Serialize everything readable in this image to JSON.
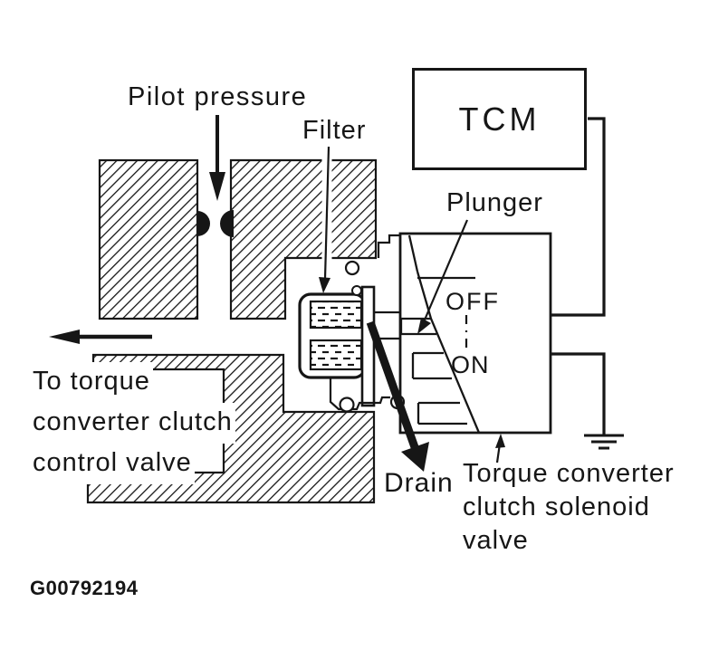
{
  "meta": {
    "figure_code": "G00792194",
    "diagram_type": "torque-converter-clutch-solenoid-valve-schematic"
  },
  "colors": {
    "background": "#ffffff",
    "ink": "#161616"
  },
  "labels": {
    "pilot_pressure": "Pilot pressure",
    "filter": "Filter",
    "tcm": "TCM",
    "plunger": "Plunger",
    "state_off": "OFF",
    "state_on": "ON",
    "drain": "Drain",
    "to_torque_converter": [
      "To torque",
      "converter clutch",
      "control valve"
    ],
    "solenoid_valve": [
      "Torque converter",
      "clutch solenoid",
      "valve"
    ]
  }
}
